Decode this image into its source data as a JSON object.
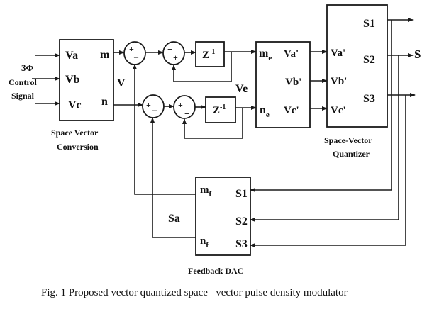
{
  "figure": {
    "caption": "Fig. 1 Proposed vector quantized space   vector pulse density modulator"
  },
  "input": {
    "line1": "3Φ",
    "line2": "Control",
    "line3": "Signal"
  },
  "space_vector_conversion": {
    "title1": "Space Vector",
    "title2": "Conversion",
    "in_a": "Va",
    "in_b": "Vb",
    "in_c": "Vc",
    "out_m": "m",
    "out_n": "n",
    "bus_label": "V"
  },
  "summers": {
    "plus": "+",
    "minus": "_"
  },
  "delay": {
    "label": "Z",
    "exp": "-1"
  },
  "error_label": "Ve",
  "error_block": {
    "me": "m",
    "me_sub": "e",
    "ne": "n",
    "ne_sub": "e",
    "out_a": "Va'",
    "out_b": "Vb'",
    "out_c": "Vc'"
  },
  "quantizer": {
    "title1": "Space-Vector",
    "title2": "Quantizer",
    "in_a": "Va'",
    "in_b": "Vb'",
    "in_c": "Vc'",
    "out_1": "S1",
    "out_2": "S2",
    "out_3": "S3",
    "output_label": "S"
  },
  "feedback_dac": {
    "title": "Feedback DAC",
    "mf": "m",
    "mf_sub": "f",
    "nf": "n",
    "nf_sub": "f",
    "in_1": "S1",
    "in_2": "S2",
    "in_3": "S3",
    "bus_label": "Sa"
  }
}
